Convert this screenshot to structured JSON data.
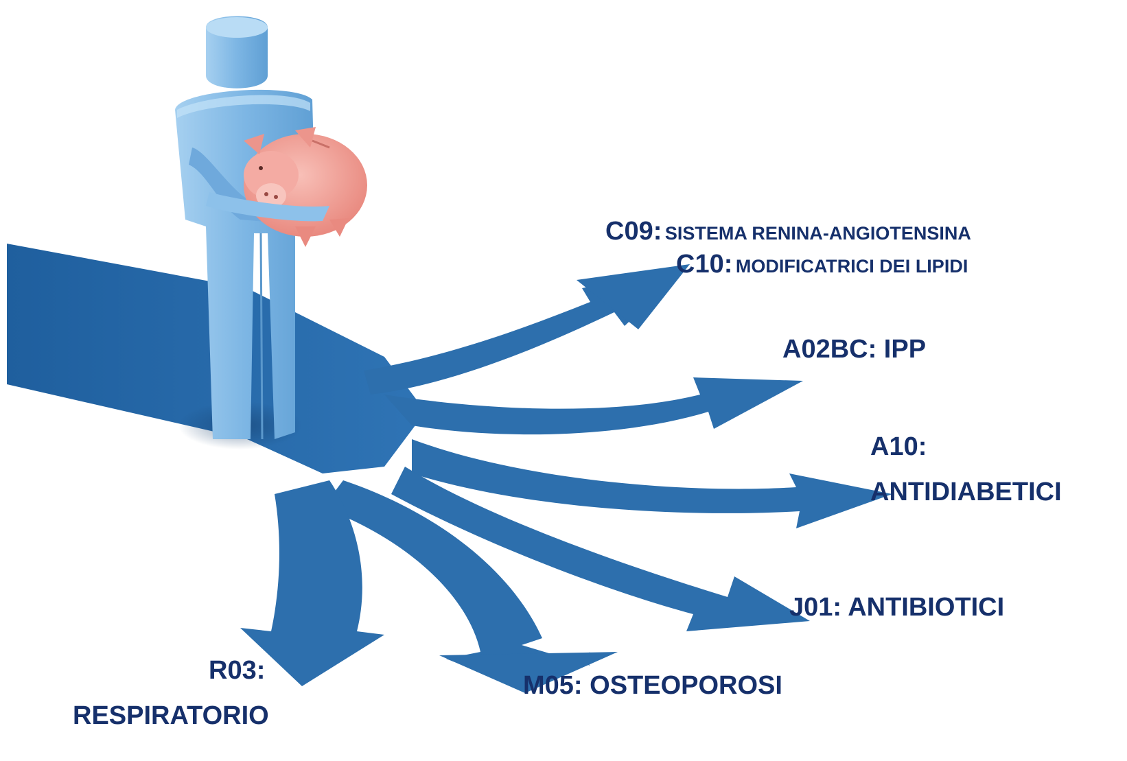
{
  "colors": {
    "road": "#2d6fad",
    "road_dark": "#245f99",
    "figure": "#7fb8e6",
    "figure_light": "#a9d2f2",
    "piggy": "#f2a09a",
    "text": "#16306b"
  },
  "icons": [
    "person-figure-icon",
    "piggy-bank-icon"
  ],
  "labels": {
    "c09": {
      "code": "C09:",
      "text": "SISTEMA RENINA-ANGIOTENSINA"
    },
    "c10": {
      "code": "C10:",
      "text": "MODIFICATRICI DEI LIPIDI"
    },
    "a02bc": {
      "text": "A02BC: IPP"
    },
    "a10": {
      "line1": "A10:",
      "line2": "ANTIDIABETICI"
    },
    "j01": {
      "text": "J01: ANTIBIOTICI"
    },
    "m05": {
      "text": "M05: OSTEOPOROSI"
    },
    "r03": {
      "line1": "R03:",
      "line2": "RESPIRATORIO"
    }
  }
}
